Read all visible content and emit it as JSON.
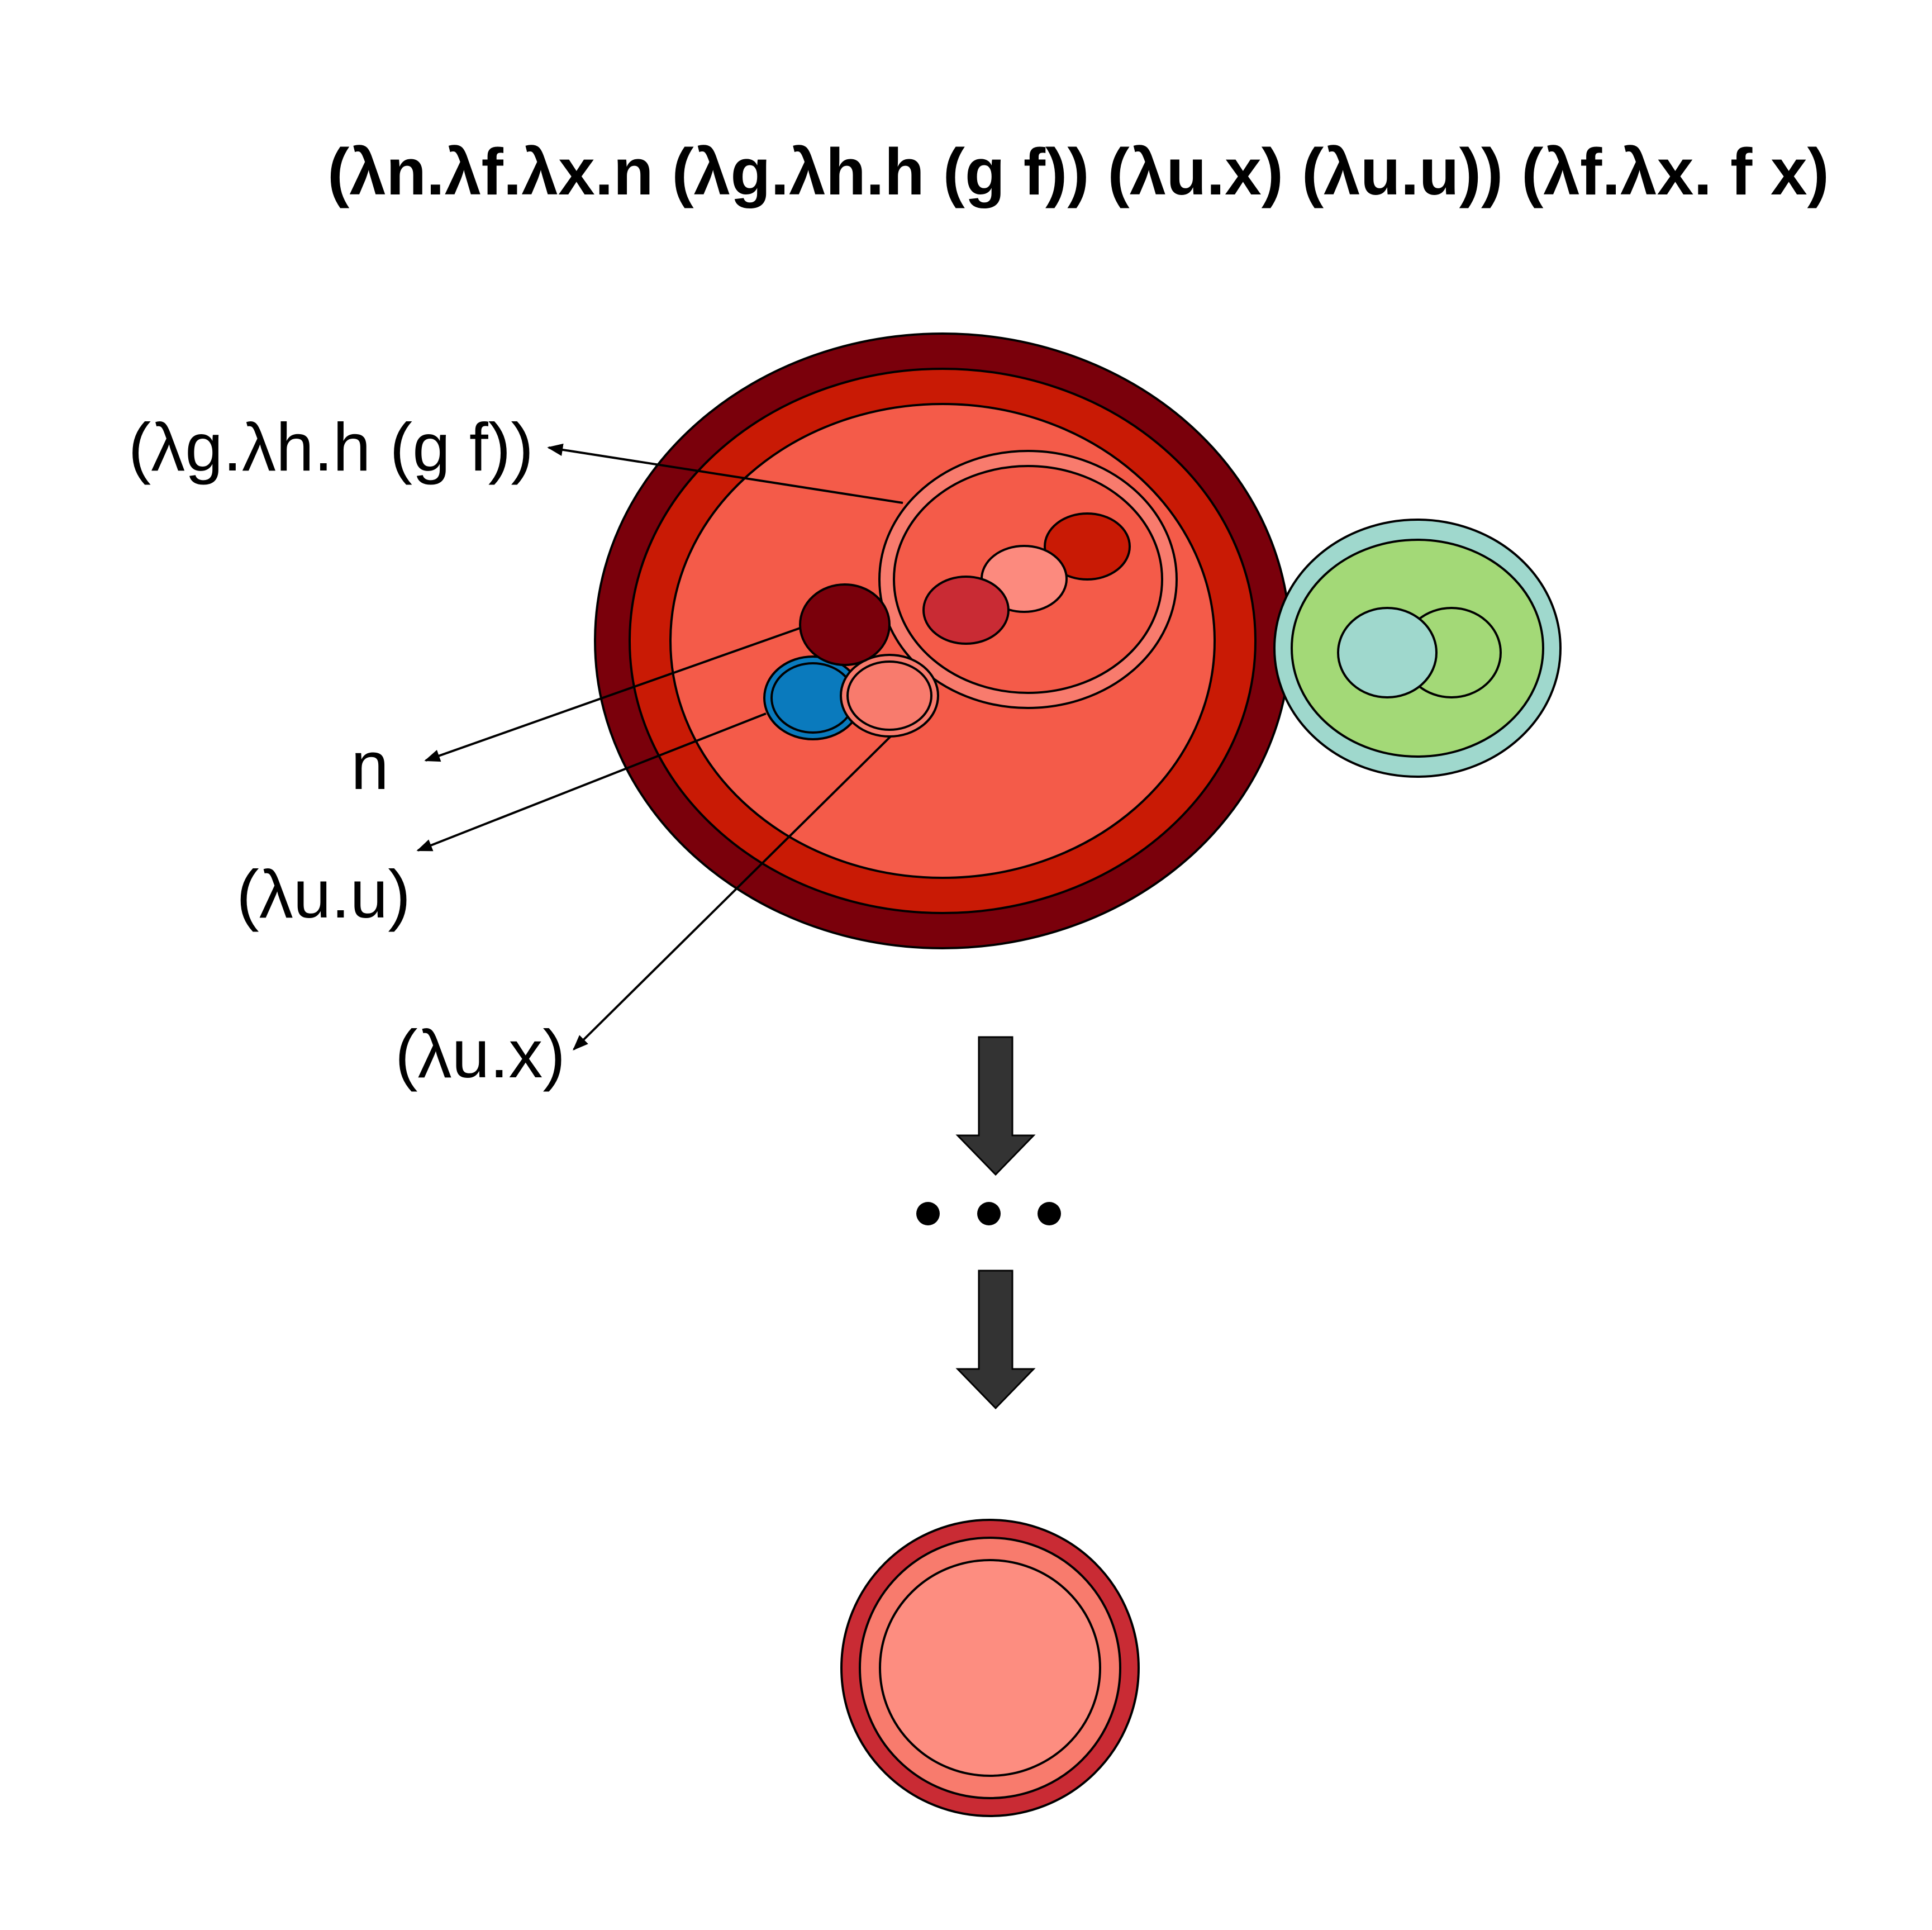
{
  "title": "(λn.λf.λx.n (λg.λh.h (g f)) (λu.x) (λu.u)) (λf.λx. f x)",
  "labels": {
    "compose": "(λg.λh.h (g f))",
    "n": "n",
    "identity": "(λu.u)",
    "const": "(λu.x)"
  },
  "ellipsis": "...",
  "colors": {
    "outer_ring": "#7a000b",
    "middle_ring": "#c91a05",
    "inner_fill": "#f45b49",
    "pink": "#f87b6d",
    "salmon": "#fc8a7e",
    "crimson": "#c92b34",
    "blue": "#0a7abd",
    "teal": "#9fd8cd",
    "green": "#a3d977",
    "arrow": "#333333"
  }
}
